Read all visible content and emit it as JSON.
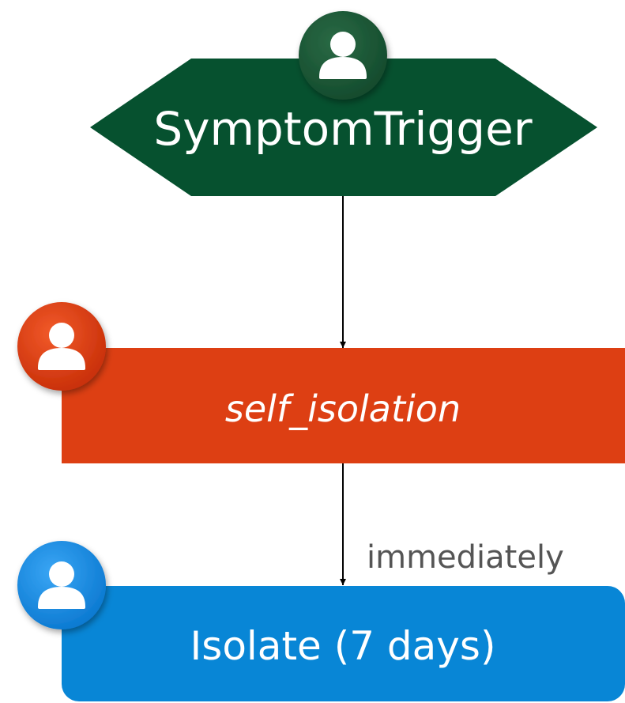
{
  "nodes": {
    "trigger": {
      "label": "SymptomTrigger",
      "color": "#06512f",
      "icon": "user-icon"
    },
    "self_isolation": {
      "label": "self_isolation",
      "color": "#dd3f13",
      "icon": "user-icon"
    },
    "isolate": {
      "label": "Isolate (7 days)",
      "color": "#0886d6",
      "icon": "user-icon"
    }
  },
  "edges": [
    {
      "from": "trigger",
      "to": "self_isolation",
      "label": ""
    },
    {
      "from": "self_isolation",
      "to": "isolate",
      "label": "immediately"
    }
  ],
  "icon_colors": {
    "trigger": "#1a5a37",
    "self_isolation": "#e03a10",
    "isolate": "#1690e8"
  }
}
